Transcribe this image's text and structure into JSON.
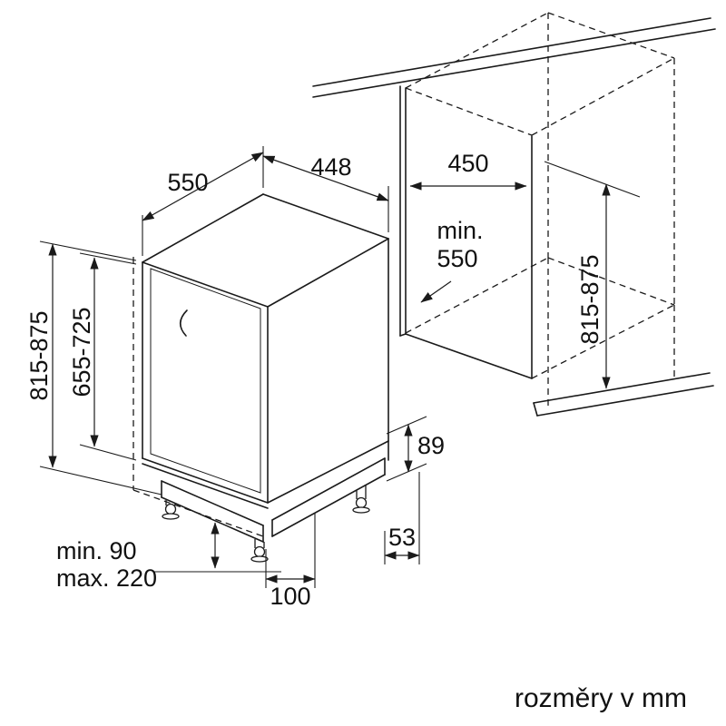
{
  "footer": {
    "units": "rozměry v mm"
  },
  "labels": {
    "top_depth": "550",
    "top_width": "448",
    "niche_width": "450",
    "niche_depth_line1": "min.",
    "niche_depth_line2": "550",
    "total_height_left": "815-875",
    "door_panel_height": "655-725",
    "niche_height_right": "815-875",
    "base_rear_height": "89",
    "rear_foot_offset": "53",
    "plinth_min": "min. 90",
    "plinth_max": "max. 220",
    "front_foot_offset": "100"
  }
}
